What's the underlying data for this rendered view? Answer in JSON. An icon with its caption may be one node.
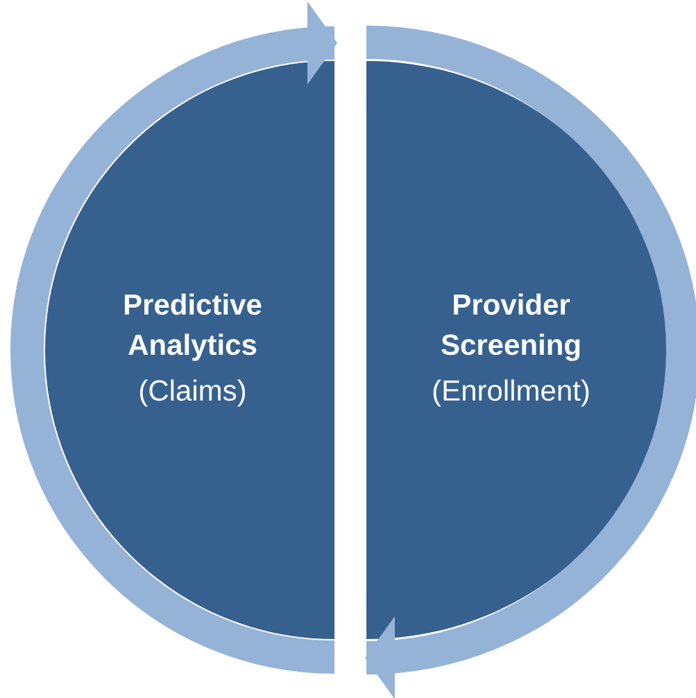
{
  "diagram": {
    "nodes": [
      {
        "text": [
          "Predictive Analytics",
          "(Claims)"
        ]
      },
      {
        "text": [
          "Provider Screening",
          "(Enrollment)"
        ]
      }
    ]
  }
}
